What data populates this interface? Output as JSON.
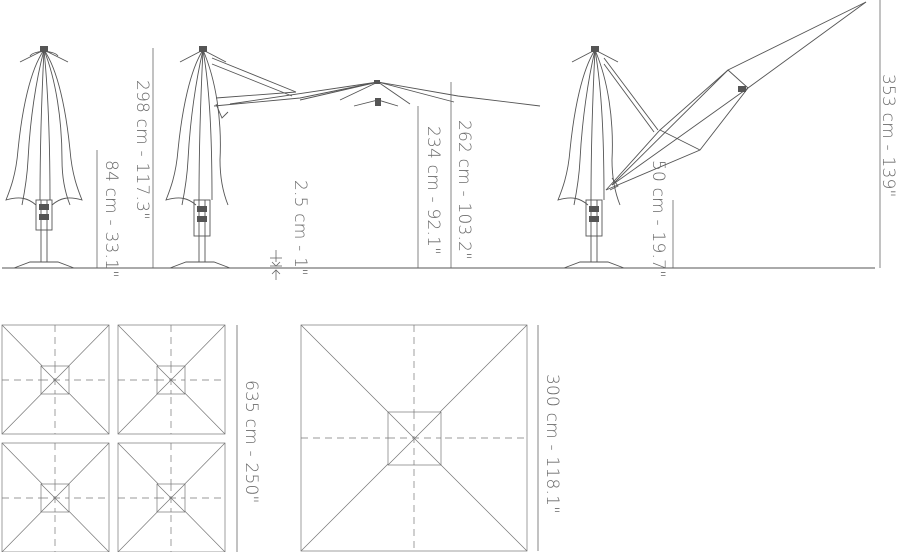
{
  "dimensions": {
    "open_height": "84 cm - 33.1\"",
    "closed_height": "298 cm - 117.3\"",
    "base_clearance": "2.5 cm - 1\"",
    "canopy_inner_height": "234 cm - 92.1\"",
    "canopy_outer_height": "262 cm - 103.2\"",
    "tilt_offset": "50 cm - 19.7\"",
    "max_height": "353 cm - 139\"",
    "cluster_width": "635 cm - 250\"",
    "canopy_width": "300 cm - 118.1\""
  },
  "colors": {
    "line": "#555555",
    "text": "#6b6b6b",
    "background": "#ffffff"
  }
}
